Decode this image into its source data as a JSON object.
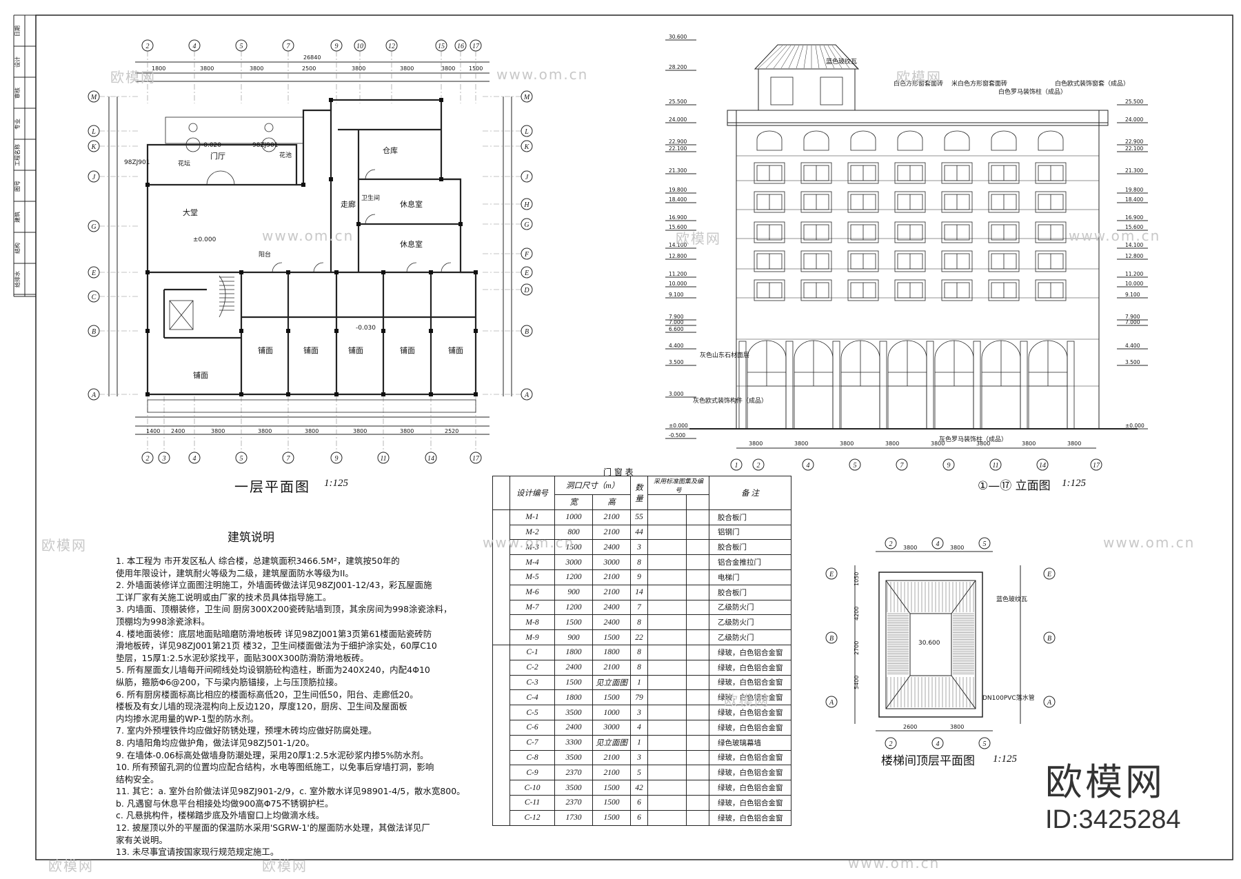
{
  "plan": {
    "title": "一层平面图",
    "scale": "1:125"
  },
  "elevation": {
    "title": "①—⑰ 立面图",
    "scale": "1:125"
  },
  "roof": {
    "title": "楼梯间顶层平面图",
    "scale": "1:125"
  },
  "table": {
    "title": "门 窗 表",
    "headers": [
      "设计编号",
      "洞口尺寸（m）",
      "宽",
      "高",
      "数量",
      "采用标准图集及编号",
      "备 注"
    ],
    "rows": [
      [
        "M-1",
        "1000",
        "2100",
        "55",
        "胶合板门"
      ],
      [
        "M-2",
        "800",
        "2100",
        "44",
        "铝钢门"
      ],
      [
        "M-3",
        "1500",
        "2400",
        "3",
        "胶合板门"
      ],
      [
        "M-4",
        "3000",
        "3000",
        "8",
        "铝合金推拉门"
      ],
      [
        "M-5",
        "1200",
        "2100",
        "9",
        "电梯门"
      ],
      [
        "M-6",
        "900",
        "2100",
        "14",
        "胶合板门"
      ],
      [
        "M-7",
        "1200",
        "2400",
        "7",
        "乙级防火门"
      ],
      [
        "M-8",
        "1500",
        "2400",
        "8",
        "乙级防火门"
      ],
      [
        "M-9",
        "900",
        "1500",
        "22",
        "乙级防火门"
      ],
      [
        "C-1",
        "1800",
        "1800",
        "8",
        "绿玻，白色铝合金窗"
      ],
      [
        "C-2",
        "2400",
        "2100",
        "8",
        "绿玻，白色铝合金窗"
      ],
      [
        "C-3",
        "1500",
        "见立面图",
        "1",
        "绿玻，白色铝合金窗"
      ],
      [
        "C-4",
        "1800",
        "1500",
        "79",
        "绿玻，白色铝合金窗"
      ],
      [
        "C-5",
        "3500",
        "1000",
        "3",
        "绿玻，白色铝合金窗"
      ],
      [
        "C-6",
        "2400",
        "3000",
        "4",
        "绿玻，白色铝合金窗"
      ],
      [
        "C-7",
        "3300",
        "见立面图",
        "1",
        "绿色玻璃幕墙"
      ],
      [
        "C-8",
        "3500",
        "2100",
        "3",
        "绿玻，白色铝合金窗"
      ],
      [
        "C-9",
        "2370",
        "2100",
        "5",
        "绿玻，白色铝合金窗"
      ],
      [
        "C-10",
        "3500",
        "1500",
        "42",
        "绿玻，白色铝合金窗"
      ],
      [
        "C-11",
        "2370",
        "1500",
        "6",
        "绿玻，白色铝合金窗"
      ],
      [
        "C-12",
        "1730",
        "1500",
        "6",
        "绿玻，白色铝合金窗"
      ]
    ]
  },
  "notes": {
    "title": "建筑说明",
    "lines": [
      "1. 本工程为        市开发区私人  综合楼，总建筑面积3466.5M²，建筑按50年的",
      "   使用年限设计，建筑耐火等级为二级，建筑屋面防水等级为II。",
      "2. 外墙面装修详立面图注明施工，外墙面砖做法详见98ZJ001-12/43，彩瓦屋面施",
      "   工详厂家有关施工说明或由厂家的技术员具体指导施工。",
      "3. 内墙面、顶棚装修，卫生间 厨房300X200瓷砖贴墙到顶，其余房间为998涂瓷涂料，",
      "   顶棚均为998涂瓷涂料。",
      "4. 楼地面装修：底层地面贴暗磨防滑地板砖 详见98ZJ001第3页第61楼面贴瓷砖防",
      "   滑地板砖，详见98ZJ001第21页 楼32，卫生间楼面做法为于细护涂实处，60厚C10",
      "   垫层，15厚1:2.5水泥砂浆找平，面贴300X300防滑防滑地板砖。",
      "5. 所有屋面女儿墙每开间砌线处均设钢筋砼构造柱，断面为240X240，内配4Φ10",
      "   纵筋，箍筋Φ6@200，下与梁内筋锚接，上与压顶筋拉接。",
      "6. 所有厨房楼面标高比相应的楼面标高低20，卫生间低50，阳台、走廊低20。",
      "   楼板及有女儿墙的现浇混构向上反边120，厚度120，厨房、卫生间及屋面板",
      "   内均掺水泥用量的WP-1型的防水剂。",
      "7. 室内外预埋铁件均应做好防锈处理，预埋木砖均应做好防腐处理。",
      "8. 内墙阳角均应做护角，做法详见98ZJ501-1/20。",
      "9. 在墙体-0.06标高处做墙身防潮处理，采用20厚1:2.5水泥砂浆内掺5%防水剂。",
      "10. 所有预留孔洞的位置均应配合结构，水电等图纸施工，以免事后穿墙打洞，影响",
      "    结构安全。",
      "11. 其它：a. 室外台阶做法详见98ZJ901-2/9，c. 室外散水详见98901-4/5，散水宽800。",
      "        b. 凡遇窗与休息平台相接处均做900高Φ75不锈钢护栏。",
      "        c. 凡悬挑构件，楼梯踏步底及外墙窗口上均做滴水线。",
      "12. 披屋顶以外的平屋面的保温防水采用'SGRW-1'的屋面防水处理，其做法详见厂",
      "    家有关说明。",
      "13. 未尽事宜请按国家现行规范规定施工。"
    ]
  },
  "plan_labels": {
    "lobby": "大堂",
    "gate": "门厅",
    "shop": "铺面",
    "store": "仓库",
    "rest1": "休息室",
    "rest2": "休息室",
    "corridor": "走廊",
    "wc": "卫生间",
    "balcony": "阳台",
    "planter": "花坛",
    "flower": "花池",
    "elev_zero": "±0.000",
    "elev_020": "-0.020",
    "elev_030": "-0.030",
    "ref1": "98ZJ901",
    "ref2": "98ZJ901",
    "dim_total": "26840",
    "dims_top": [
      "1800",
      "3800",
      "3800",
      "2500",
      "3800",
      "3800",
      "3800",
      "1500"
    ],
    "dims_bottom": [
      "1400",
      "2400",
      "3800",
      "3800",
      "3800",
      "3800",
      "3800",
      "2520"
    ],
    "axes_top": [
      "2",
      "4",
      "5",
      "7",
      "9",
      "10",
      "12",
      "15",
      "16",
      "17"
    ],
    "axes_bottom": [
      "2",
      "3",
      "4",
      "5",
      "7",
      "9",
      "11",
      "14",
      "17"
    ],
    "axes_left": [
      "M",
      "L",
      "K",
      "J",
      "G",
      "E",
      "C",
      "B",
      "A"
    ],
    "axes_right": [
      "M",
      "L",
      "K",
      "J",
      "H",
      "G",
      "F",
      "E",
      "D",
      "B",
      "A"
    ]
  },
  "elev_labels": {
    "roof_tile": "蓝色玻纹瓦",
    "line_a": "白色方形窗套面砖",
    "line_b": "米白色方形窗套面砖",
    "line_c": "白色罗马装饰柱（成品）",
    "line_d": "白色欧式装饰窗套（成品）",
    "stone": "灰色山东石材面层",
    "grey_frame": "灰色欧式装饰构件（成品）",
    "grey_column": "灰色罗马装饰柱（成品）",
    "levels_left": [
      "30.600",
      "28.200",
      "25.500",
      "24.000",
      "22.900",
      "22.100",
      "21.300",
      "19.800",
      "18.400",
      "16.900",
      "15.600",
      "14.100",
      "12.800",
      "11.200",
      "10.000",
      "9.100",
      "7.900",
      "7.000",
      "6.600",
      "4.400",
      "3.500",
      "3.000",
      "±0.000",
      "-0.500"
    ],
    "levels_right": [
      "25.500",
      "24.000",
      "22.900",
      "22.100",
      "21.300",
      "19.800",
      "18.400",
      "16.900",
      "15.600",
      "14.100",
      "12.800",
      "11.200",
      "10.000",
      "9.100",
      "7.900",
      "7.000",
      "4.400",
      "3.500",
      "±0.000"
    ],
    "axes": [
      "1",
      "2",
      "4",
      "5",
      "7",
      "9",
      "11",
      "14",
      "17"
    ],
    "dims": [
      "3800",
      "3800",
      "3800",
      "3800",
      "3800",
      "3800",
      "3800",
      "3800"
    ]
  },
  "roof_labels": {
    "tile": "蓝色玻纹瓦",
    "level": "30.600",
    "pipe": "DN100PVC落水管",
    "axes_top": [
      "2",
      "4",
      "5"
    ],
    "axes_left": [
      "E",
      "B",
      "A"
    ],
    "dims_top": [
      "3800",
      "3800"
    ],
    "dims_bottom": [
      "2600",
      "3800"
    ],
    "dims_side": [
      "1050",
      "4200",
      "2700",
      "5400"
    ]
  },
  "side_labels": [
    "日期",
    "设计",
    "审核",
    "专业",
    "工程名称",
    "图号",
    "建筑",
    "结构",
    "给排水"
  ],
  "watermark": {
    "brand": "欧模网",
    "site": "www.om.cn",
    "id": "ID:3425284"
  }
}
